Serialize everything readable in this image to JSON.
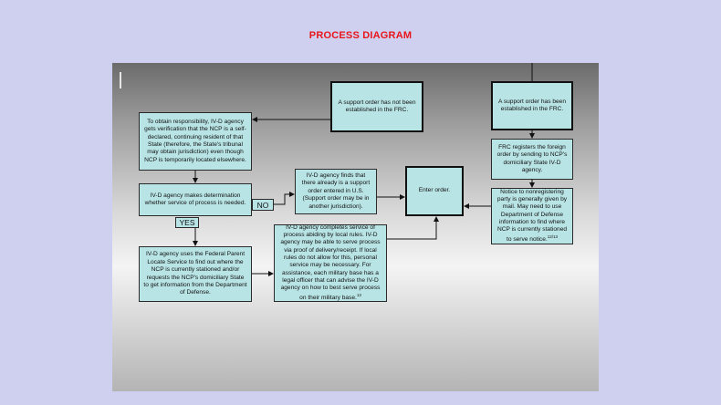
{
  "title": "PROCESS DIAGRAM",
  "nodes": {
    "not_established": "A support order has not been established in the FRC.",
    "established": "A support order has been established in the FRC.",
    "obtain_responsibility": "To obtain responsibility, IV-D agency gets verification that the NCP is a self-declared, continuing resident of that State (therefore, the State's tribunal may obtain jurisdiction) even though NCP is temporarily located elsewhere.",
    "frc_registers": "FRC registers the foreign order by sending to NCP's domiciliary State IV-D agency.",
    "makes_determination": "IV-D agency makes determination whether service of process is needed.",
    "finds_order": "IV-D agency finds that there already is a support order entered in U.S. (Support order may be in another jurisdiction).",
    "enter_order": "Enter order.",
    "notice_text": "Notice to nonregistering party is generally given by mail. May need to use Department of Defense information to find where NCP is currently stationed to serve notice.",
    "notice_sup": "12/13",
    "fpls": "IV-D agency uses the Federal Parent Locate Service to find out where the NCP is currently stationed and/or requests the NCP's domiciliary State to get information from the Department of Defense.",
    "complete_service_text": "IV-D agency completes service of process abiding by local rules. IV-D agency may be able to serve process via proof of delivery/receipt. If local rules do not allow for this, personal service may be necessary. For assistance, each military base has a legal officer that can advise the IV-D agency on how to best serve process on their military base.",
    "complete_service_sup": "13"
  },
  "labels": {
    "no": "NO",
    "yes": "YES"
  }
}
